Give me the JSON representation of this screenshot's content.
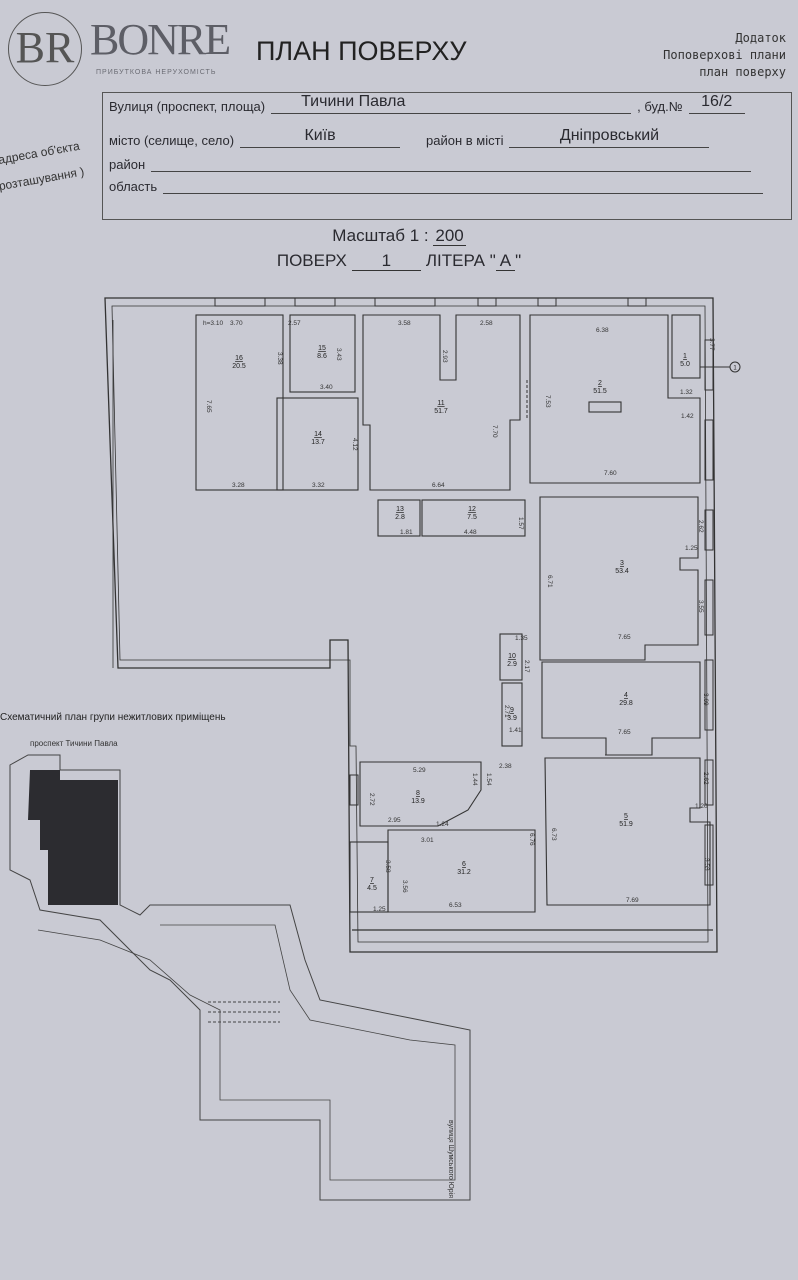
{
  "logo": {
    "mark": "BR",
    "name": "BONRE",
    "tagline": "ПРИБУТКОВА НЕРУХОМІСТЬ"
  },
  "header": {
    "title": "ПЛАН ПОВЕРХУ",
    "addendum": [
      "Додаток",
      "Поповерхові плани",
      "план поверху"
    ]
  },
  "address": {
    "side_label": [
      "(адреса об'єкта",
      "розташування )"
    ],
    "street_label": "Вулиця (проспект, площа)",
    "street_value": "Тичини Павла",
    "building_label": ", буд.№",
    "building_value": "16/2",
    "city_label": "місто (селище, село)",
    "city_value": "Київ",
    "city_district_label": "район в місті",
    "city_district_value": "Дніпровський",
    "district_label": "район",
    "district_value": "",
    "region_label": "область",
    "region_value": ""
  },
  "scale": {
    "label": "Масштаб  1 :",
    "value": "200"
  },
  "floor": {
    "label": "ПОВЕРХ",
    "value": "1",
    "letter_label": "ЛІТЕРА \"",
    "letter_value": "А",
    "letter_close": "\""
  },
  "plan": {
    "axis_marker": "1",
    "rooms": [
      {
        "num": "16",
        "area": "20.5"
      },
      {
        "num": "15",
        "area": "8.6"
      },
      {
        "num": "14",
        "area": "13.7"
      },
      {
        "num": "11",
        "area": "51.7"
      },
      {
        "num": "2",
        "area": "51.5"
      },
      {
        "num": "1",
        "area": "5.0"
      },
      {
        "num": "13",
        "area": "2.8"
      },
      {
        "num": "12",
        "area": "7.5"
      },
      {
        "num": "3",
        "area": "53.4"
      },
      {
        "num": "10",
        "area": "2.9"
      },
      {
        "num": "9",
        "area": "3.9"
      },
      {
        "num": "4",
        "area": "29.8"
      },
      {
        "num": "8",
        "area": "13.9"
      },
      {
        "num": "6",
        "area": "31.2"
      },
      {
        "num": "7",
        "area": "4.5"
      },
      {
        "num": "5",
        "area": "51.9"
      }
    ],
    "dimensions": [
      "h=3.10",
      "3.70",
      "3.38",
      "7.65",
      "3.28",
      "2.57",
      "3.43",
      "3.40",
      "4.12",
      "3.32",
      "3.58",
      "2.93",
      "2.58",
      "7.70",
      "6.64",
      "6.38",
      "7.53",
      "7.60",
      "3.77",
      "1.32",
      "1.42",
      "1.81",
      "4.48",
      "1.57",
      "2.62",
      "1.25",
      "6.71",
      "3.55",
      "7.65",
      "1.35",
      "2.17",
      "2.71",
      "1.41",
      "3.69",
      "7.65",
      "2.38",
      "5.29",
      "1.44",
      "1.54",
      "2.72",
      "2.95",
      "1.24",
      "3.01",
      "6.76",
      "6.73",
      "2.62",
      "1.20",
      "3.53",
      "3.58",
      "3.56",
      "1.25",
      "6.53",
      "7.69"
    ]
  },
  "site_plan": {
    "title": "Схематичний план групи нежитлових приміщень",
    "street_top": "проспект Тичини Павла",
    "street_side": "вулиця Шумського Юрія"
  }
}
